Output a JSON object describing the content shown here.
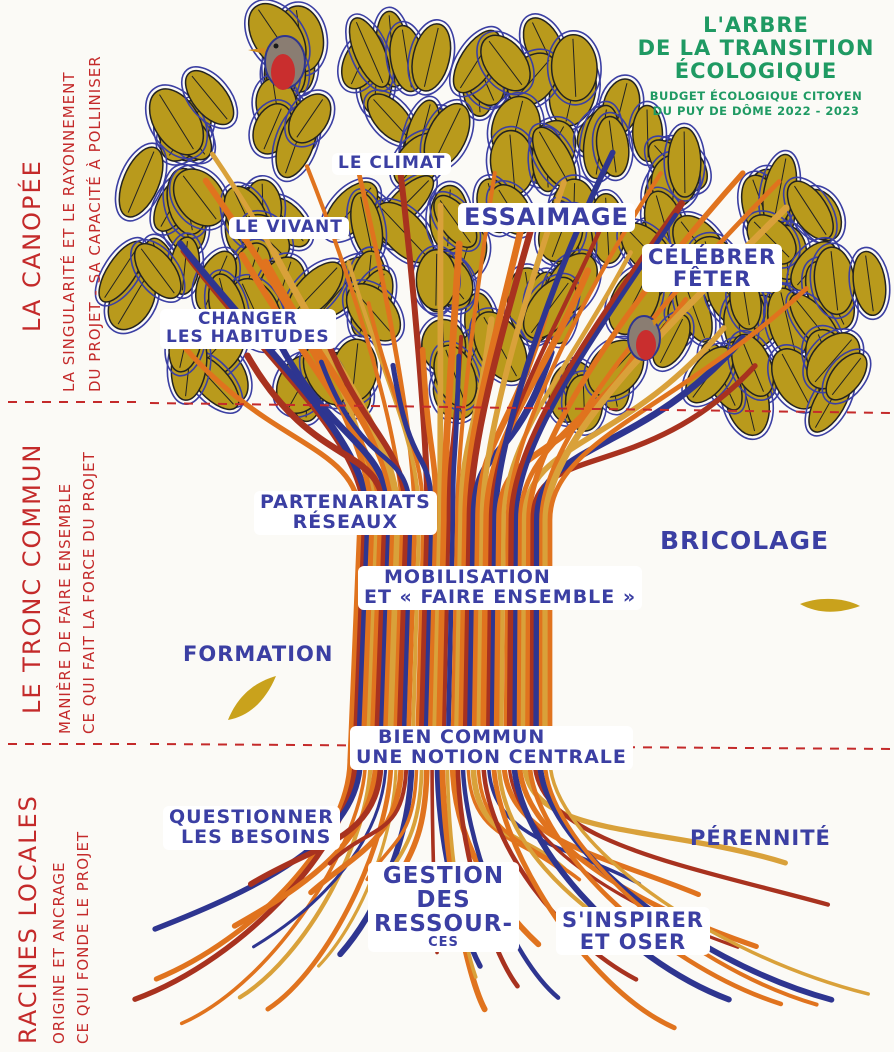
{
  "title": {
    "line1": "L'ARBRE",
    "line2": "DE LA TRANSITION",
    "line3": "ÉCOLOGIQUE",
    "subtitle1": "BUDGET ÉCOLOGIQUE CITOYEN",
    "subtitle2": "DU PUY DE DÔME 2022 - 2023"
  },
  "sections": {
    "canopy": {
      "heading": "LA CANOPÉE",
      "line1": "LA SINGULARITÉ ET LE RAYONNEMENT",
      "line2": "DU PROJET - SA CAPACITÉ À POLLINISER"
    },
    "trunk": {
      "heading": "LE TRONC COMMUN",
      "line1": "MANIÈRE DE FAIRE ENSEMBLE",
      "line2": "CE QUI FAIT LA FORCE DU PROJET"
    },
    "roots": {
      "heading": "RACINES LOCALES",
      "line1": "ORIGINE ET ANCRAGE",
      "line2": "CE QUI FONDE LE PROJET"
    }
  },
  "labels": {
    "climat": "LE CLIMAT",
    "vivant": "LE VIVANT",
    "essaimage": "ESSAIMAGE",
    "celebrer1": "CÉLÉBRER",
    "celebrer2": "FÊTER",
    "habitudes1": "CHANGER",
    "habitudes2": "LES HABITUDES",
    "partenariats1": "PARTENARIATS",
    "partenariats2": "RÉSEAUX",
    "bricolage": "BRICOLAGE",
    "mobilisation1": "MOBILISATION",
    "mobilisation2": "ET « FAIRE ENSEMBLE »",
    "formation": "FORMATION",
    "bien1": "BIEN COMMUN",
    "bien2": "UNE NOTION CENTRALE",
    "questionner1": "QUESTIONNER",
    "questionner2": "LES BESOINS",
    "perennite": "PÉRENNITÉ",
    "gestion1": "GESTION",
    "gestion2": "DES",
    "gestion3": "RESSOUR-",
    "gestion4": "CES",
    "inspirer1": "S'INSPIRER",
    "inspirer2": "ET OSER"
  },
  "colors": {
    "leaf": "#b99a1c",
    "leaf_outline": "#3b3fa3",
    "trunk_orange": "#e0731e",
    "trunk_red": "#a8321f",
    "trunk_blue": "#2e3590",
    "section_red": "#c42a2a",
    "title_green": "#1f9a63",
    "label_blue": "#3b3fa3"
  }
}
